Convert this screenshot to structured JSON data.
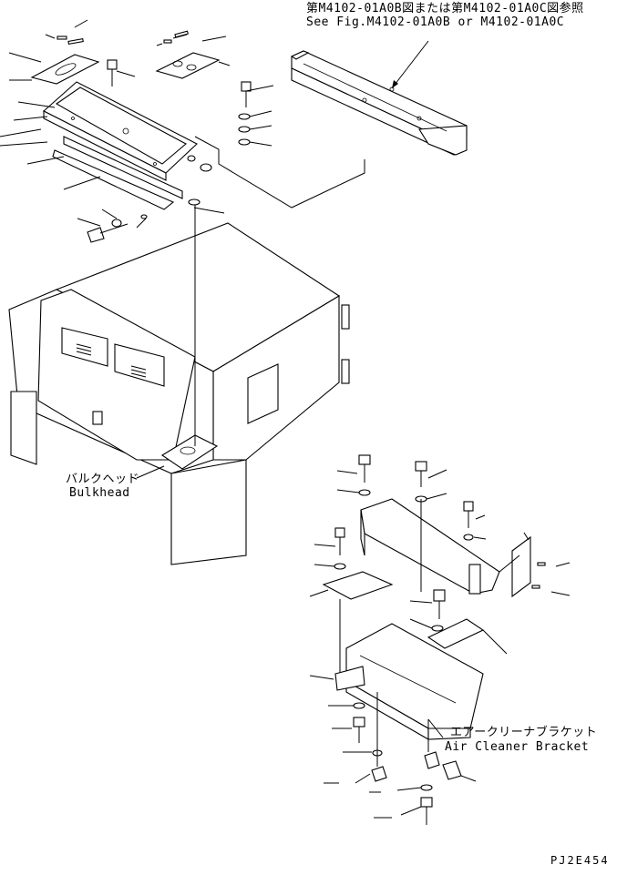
{
  "references": {
    "jp": "第M4102-01A0B図または第M4102-01A0C図参照",
    "en": "See Fig.M4102-01A0B or M4102-01A0C"
  },
  "labels": {
    "bulkhead_jp": "バルクヘッド",
    "bulkhead_en": "Bulkhead",
    "air_cleaner_jp": "エアークリーナブラケット",
    "air_cleaner_en": "Air Cleaner Bracket"
  },
  "drawing_code": "PJ2E454"
}
